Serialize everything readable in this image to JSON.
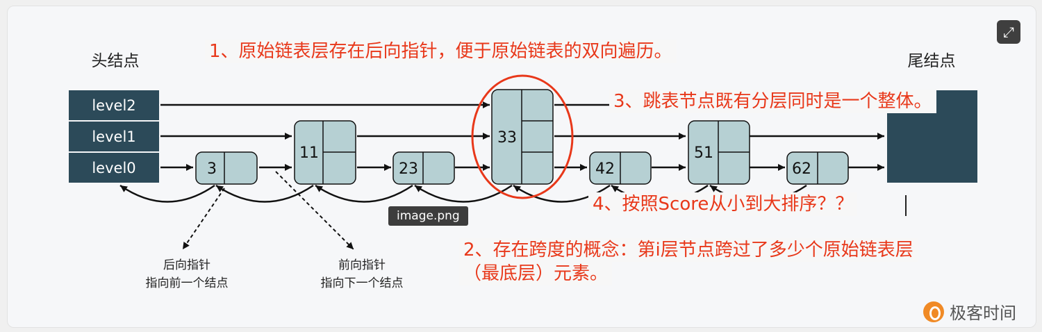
{
  "head_label": "头结点",
  "tail_label": "尾结点",
  "levels": [
    "level2",
    "level1",
    "level0"
  ],
  "nodes": [
    {
      "value": "3"
    },
    {
      "value": "11"
    },
    {
      "value": "23"
    },
    {
      "value": "33"
    },
    {
      "value": "42"
    },
    {
      "value": "51"
    },
    {
      "value": "62"
    }
  ],
  "backward_pointer": {
    "line1": "后向指针",
    "line2": "指向前一个结点"
  },
  "forward_pointer": {
    "line1": "前向指针",
    "line2": "指向下一个结点"
  },
  "annotations": {
    "note1": "1、原始链表层存在后向指针，便于原始链表的双向遍历。",
    "note2_line1": "2、存在跨度的概念：第i层节点跨过了多少个原始链表层",
    "note2_line2": "（最底层）元素。",
    "note3": "3、跳表节点既有分层同时是一个整体。",
    "note4": "4、按照Score从小到大排序？？"
  },
  "tooltip": "image.png",
  "brand": "极客时间",
  "colors": {
    "accent": "#e8381a",
    "node_fill": "#b6d0d3",
    "header_fill": "#2c4a59"
  }
}
